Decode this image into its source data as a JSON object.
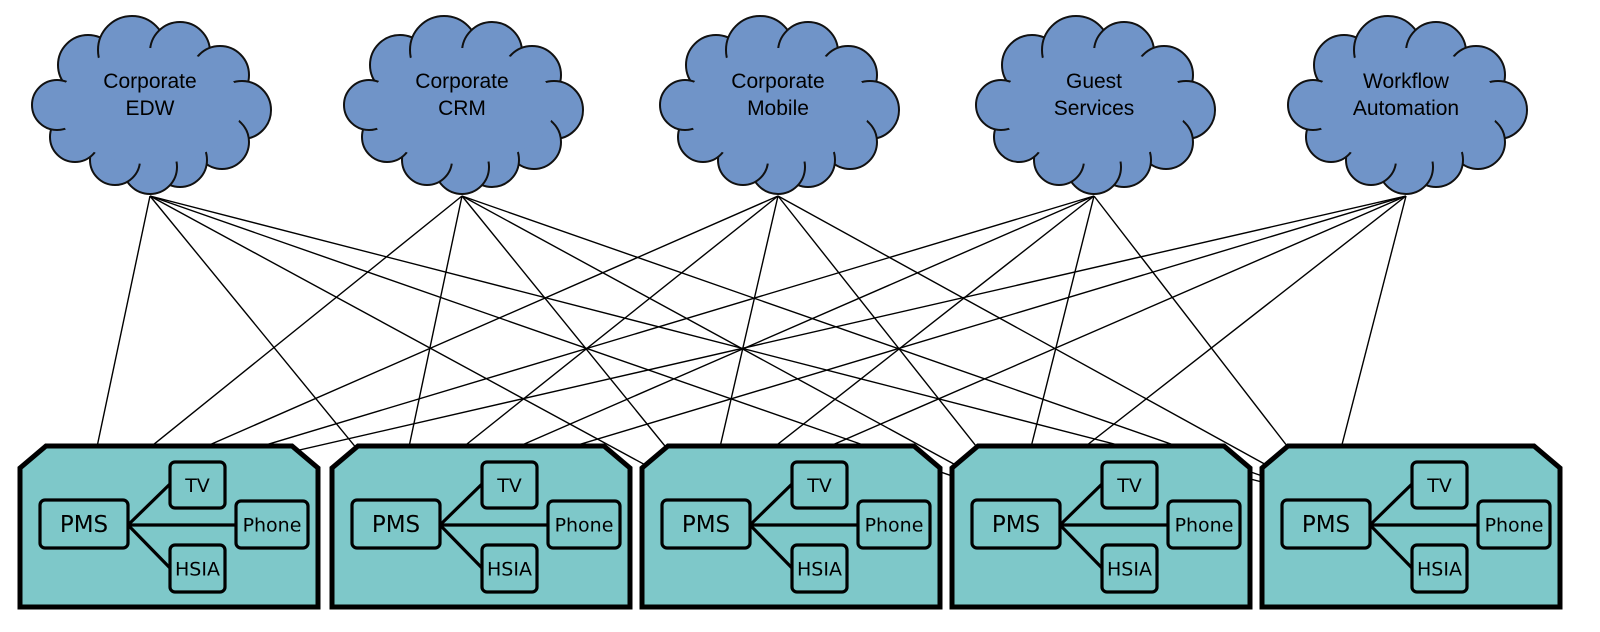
{
  "colors": {
    "cloud_fill": "#7094c8",
    "site_fill": "#7ec8c9",
    "outline": "#000000"
  },
  "clouds": [
    {
      "line1": "Corporate",
      "line2": "EDW"
    },
    {
      "line1": "Corporate",
      "line2": "CRM"
    },
    {
      "line1": "Corporate",
      "line2": "Mobile"
    },
    {
      "line1": "Guest",
      "line2": "Services"
    },
    {
      "line1": "Workflow",
      "line2": "Automation"
    }
  ],
  "sites": [
    {
      "hub": "PMS",
      "tv": "TV",
      "phone": "Phone",
      "hsia": "HSIA"
    },
    {
      "hub": "PMS",
      "tv": "TV",
      "phone": "Phone",
      "hsia": "HSIA"
    },
    {
      "hub": "PMS",
      "tv": "TV",
      "phone": "Phone",
      "hsia": "HSIA"
    },
    {
      "hub": "PMS",
      "tv": "TV",
      "phone": "Phone",
      "hsia": "HSIA"
    },
    {
      "hub": "PMS",
      "tv": "TV",
      "phone": "Phone",
      "hsia": "HSIA"
    }
  ],
  "connections": "every cloud connects to every PMS"
}
